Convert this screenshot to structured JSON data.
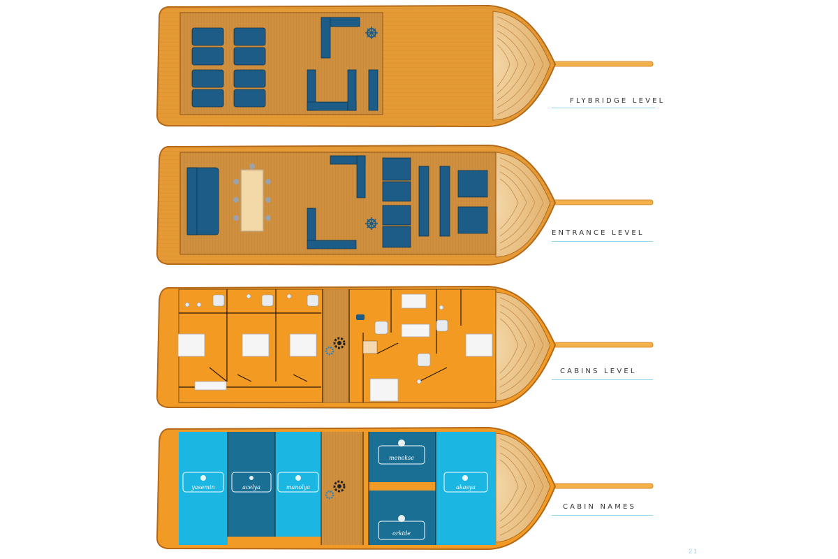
{
  "levels": [
    {
      "label": "FLYBRIDGE LEVEL"
    },
    {
      "label": "ENTRANCE LEVEL"
    },
    {
      "label": "CABINS LEVEL"
    },
    {
      "label": "CABIN NAMES"
    }
  ],
  "cabins": {
    "yasemin": "yasemin",
    "orkide_top": "acelya",
    "manolya": "manolya",
    "menekse": "menekse",
    "orkide": "orkide",
    "aksaya": "akasya"
  },
  "page_number": "21",
  "colors": {
    "hull": "#f0a02a",
    "hull_edge": "#c9771a",
    "deck": "#d8953a",
    "sofa": "#1d5c87",
    "cabin_light": "#1cb6e3",
    "cabin_dark": "#1a6f94",
    "accent_line": "#8fd3ee"
  }
}
